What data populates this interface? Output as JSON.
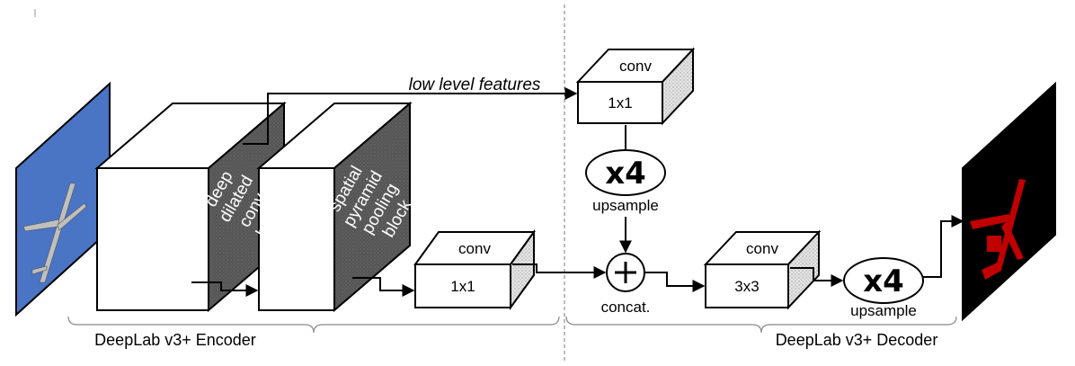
{
  "encoder": {
    "block1_text": [
      "deep",
      "dilated",
      "conv.",
      "block"
    ],
    "block2_text": [
      "spatial",
      "pyramid",
      "pooling",
      "block"
    ],
    "conv1x1_top": "conv",
    "conv1x1_bottom": "1x1",
    "label": "DeepLab v3+ Encoder"
  },
  "decoder": {
    "lowlevel_label": "low level features",
    "conv_low_top": "conv",
    "conv_low_bottom": "1x1",
    "upsample1_factor": "x4",
    "upsample1_label": "upsample",
    "concat_symbol": "+",
    "concat_label": "concat.",
    "conv3x3_top": "conv",
    "conv3x3_bottom": "3x3",
    "upsample2_factor": "x4",
    "upsample2_label": "upsample",
    "label": "DeepLab v3+ Decoder"
  },
  "colors": {
    "input_sky": "#4a74c4",
    "dark_face": "#555555",
    "texture_face": "#d8d8d8",
    "mask_bg": "#000000",
    "mask_fg": "#c00000"
  }
}
